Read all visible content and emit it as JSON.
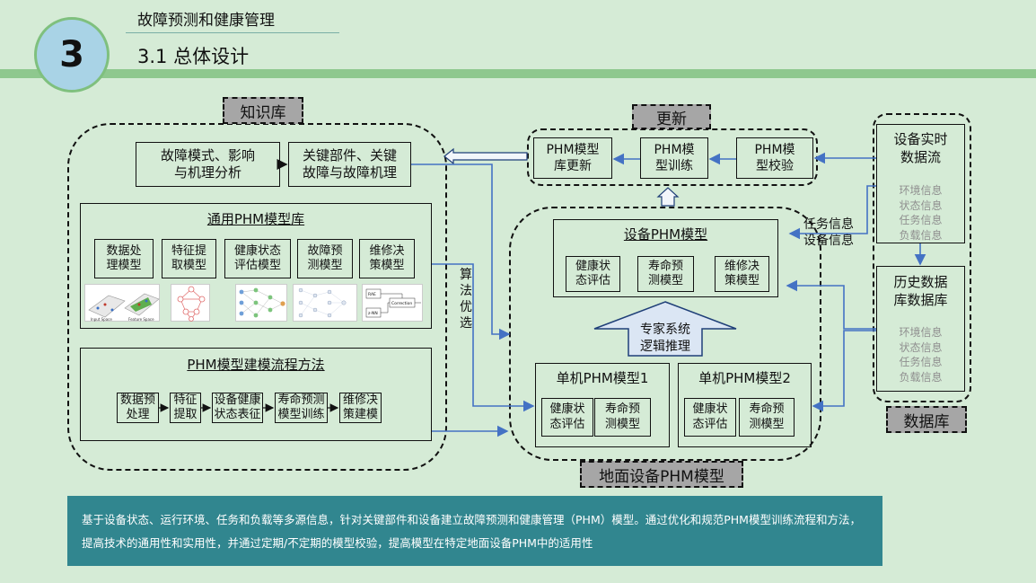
{
  "header": {
    "badge_number": "3",
    "chapter_title": "故障预测和健康管理",
    "section_title": "3.1 总体设计"
  },
  "knowledge_base": {
    "tag": "知识库",
    "failure_mode_box": "故障模式、影响\n与机理分析",
    "key_parts_box": "关键部件、关键\n故障与故障机理",
    "general_library": {
      "title": "通用PHM模型库",
      "items": [
        "数据处\n理模型",
        "特征提\n取模型",
        "健康状态\n评估模型",
        "故障预\n测模型",
        "维修决\n策模型"
      ],
      "thumb_labels": [
        "Input Space",
        "Feature Space",
        "RAE",
        "z-NN",
        "Correction"
      ]
    },
    "modeling_flow": {
      "title": "PHM模型建模流程方法",
      "steps": [
        "数据预\n处理",
        "特征\n提取",
        "设备健康\n状态表征",
        "寿命预测\n模型训练",
        "维修决\n策建模"
      ]
    }
  },
  "update": {
    "tag": "更新",
    "items": [
      "PHM模型\n库更新",
      "PHM模\n型训练",
      "PHM模\n型校验"
    ]
  },
  "algorithm_label": "算\n法\n优\n选",
  "ground": {
    "tag": "地面设备PHM模型",
    "device_model": {
      "title": "设备PHM模型",
      "items": [
        "健康状\n态评估",
        "寿命预\n测模型",
        "维修决\n策模型"
      ]
    },
    "expert_system": "专家系统\n逻辑推理",
    "single1": {
      "title": "单机PHM模型1",
      "items": [
        "健康状\n态评估",
        "寿命预\n测模型"
      ]
    },
    "single2": {
      "title": "单机PHM模型2",
      "items": [
        "健康状\n态评估",
        "寿命预\n测模型"
      ]
    }
  },
  "mission_info": "任务信息\n设备信息",
  "database": {
    "tag": "数据库",
    "realtime": {
      "title": "设备实时\n数据流",
      "lines": [
        "环境信息",
        "状态信息",
        "任务信息",
        "负载信息"
      ]
    },
    "history": {
      "title": "历史数据\n库数据库",
      "lines": [
        "环境信息",
        "状态信息",
        "任务信息",
        "负载信息"
      ]
    }
  },
  "footer_text": "基于设备状态、运行环境、任务和负载等多源信息，针对关键部件和设备建立故障预测和健康管理（PHM）模型。通过优化和规范PHM模型训练流程和方法，提高技术的通用性和实用性，并通过定期/不定期的模型校验，提高模型在特定地面设备PHM中的适用性",
  "colors": {
    "background": "#d5ebd6",
    "header_band": "#8ec88e",
    "badge_fill": "#a9d3e6",
    "arrow_blue": "#4472c4",
    "footer_bg": "#31868f",
    "tag_gray": "#a6a6a6"
  }
}
